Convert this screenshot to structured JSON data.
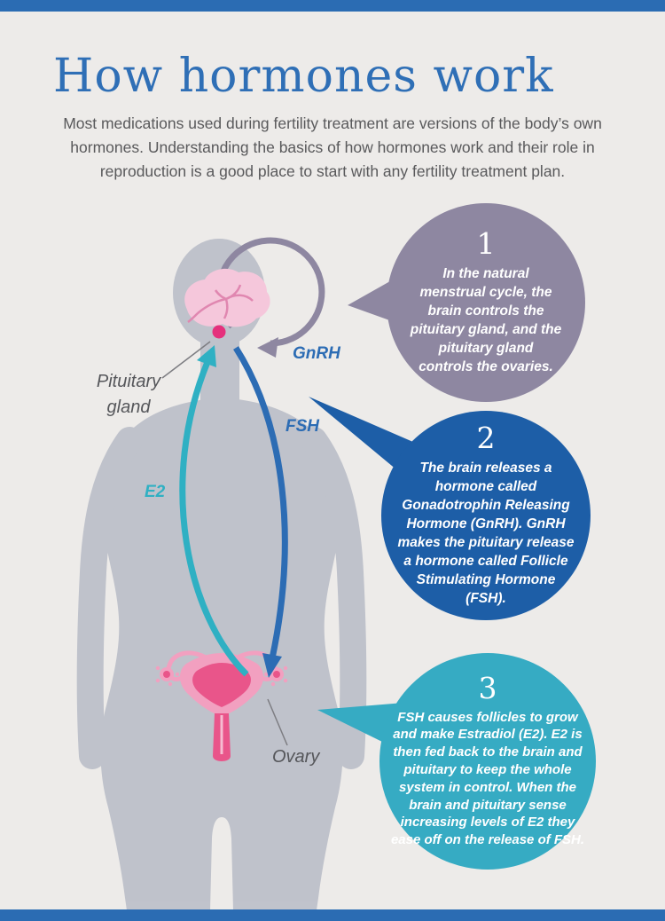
{
  "header": {
    "title": "How hormones work",
    "intro": "Most medications used during fertility treatment are versions of the body’s own hormones. Understanding the basics of how hormones work and their role in reproduction is a good place to start with any fertility treatment plan."
  },
  "diagram_labels": {
    "pituitary": "Pituitary gland",
    "gnrh": "GnRH",
    "fsh": "FSH",
    "e2": "E2",
    "ovary": "Ovary"
  },
  "bubbles": [
    {
      "number": "1",
      "text": "In the natural menstrual cycle, the brain controls the pituitary gland, and the pituitary gland controls the ovaries."
    },
    {
      "number": "2",
      "text": "The brain releases a hormone called Gonadotrophin Releasing Hormone (GnRH). GnRH makes the pituitary release a hormone called Follicle Stimulating Hormone (FSH)."
    },
    {
      "number": "3",
      "text": "FSH causes follicles to grow and make Estradiol (E2). E2 is then fed back to the brain and pituitary to keep the whole system in control. When the brain and pituitary sense increasing levels of E2 they ease off on the release of FSH."
    }
  ],
  "colors": {
    "page_bg": "#edebe9",
    "bar": "#2b6cb3",
    "title": "#2f6fb6",
    "body_text": "#59595b",
    "label_text": "#55565a",
    "bubble1": "#8e87a1",
    "bubble2": "#1d5ea7",
    "bubble3": "#36abc3",
    "silhouette": "#bcbfc9",
    "brain": "#f5c7db",
    "brain_lines": "#e087b0",
    "pituitary_dot": "#e5307c",
    "uterus_outer": "#f2a0c0",
    "uterus_inner": "#e9558a",
    "fsh_arrow": "#2c6cb4",
    "e2_arrow": "#2fb0c3",
    "gnrh_loop": "#8e87a1",
    "leader_line": "#7d7d82"
  }
}
